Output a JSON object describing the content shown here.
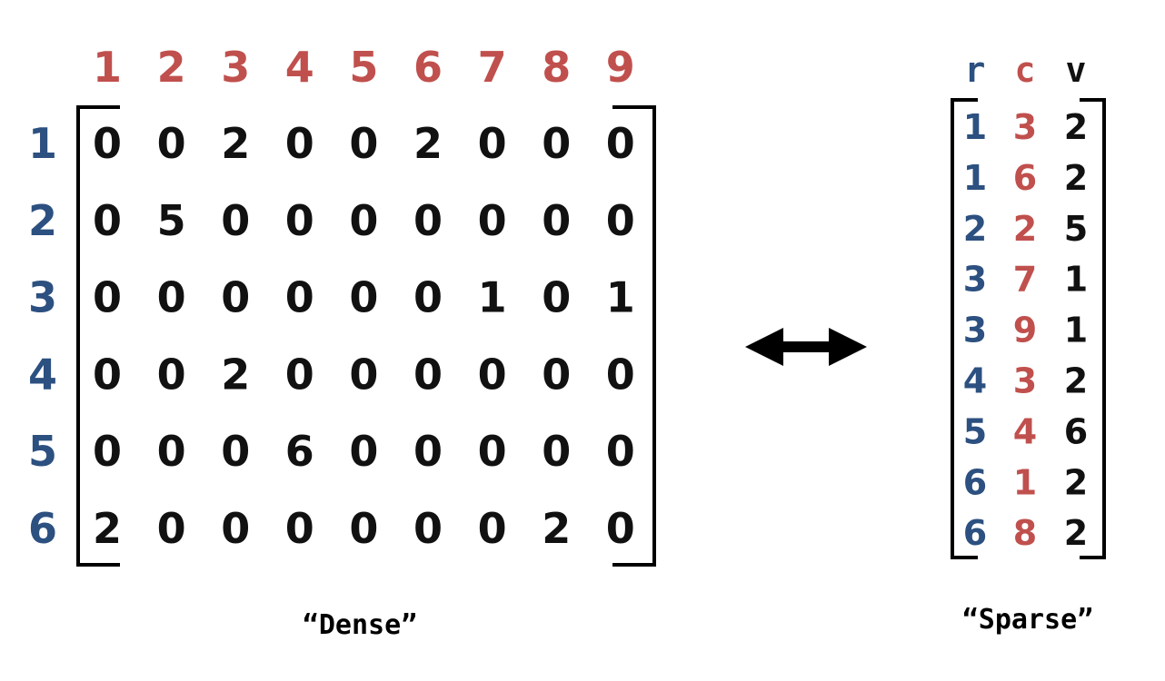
{
  "colors": {
    "row_index": "#2c5080",
    "col_index": "#c0504d",
    "value": "#111111"
  },
  "dense": {
    "caption": "“Dense”",
    "column_headers": [
      "1",
      "2",
      "3",
      "4",
      "5",
      "6",
      "7",
      "8",
      "9"
    ],
    "row_headers": [
      "1",
      "2",
      "3",
      "4",
      "5",
      "6"
    ],
    "matrix": [
      [
        "0",
        "0",
        "2",
        "0",
        "0",
        "2",
        "0",
        "0",
        "0"
      ],
      [
        "0",
        "5",
        "0",
        "0",
        "0",
        "0",
        "0",
        "0",
        "0"
      ],
      [
        "0",
        "0",
        "0",
        "0",
        "0",
        "0",
        "1",
        "0",
        "1"
      ],
      [
        "0",
        "0",
        "2",
        "0",
        "0",
        "0",
        "0",
        "0",
        "0"
      ],
      [
        "0",
        "0",
        "0",
        "6",
        "0",
        "0",
        "0",
        "0",
        "0"
      ],
      [
        "2",
        "0",
        "0",
        "0",
        "0",
        "0",
        "0",
        "2",
        "0"
      ]
    ]
  },
  "arrow_icon": "double-arrow-icon",
  "sparse": {
    "caption": "“Sparse”",
    "headers": [
      "r",
      "c",
      "v"
    ],
    "rows": [
      [
        "1",
        "3",
        "2"
      ],
      [
        "1",
        "6",
        "2"
      ],
      [
        "2",
        "2",
        "5"
      ],
      [
        "3",
        "7",
        "1"
      ],
      [
        "3",
        "9",
        "1"
      ],
      [
        "4",
        "3",
        "2"
      ],
      [
        "5",
        "4",
        "6"
      ],
      [
        "6",
        "1",
        "2"
      ],
      [
        "6",
        "8",
        "2"
      ]
    ]
  }
}
